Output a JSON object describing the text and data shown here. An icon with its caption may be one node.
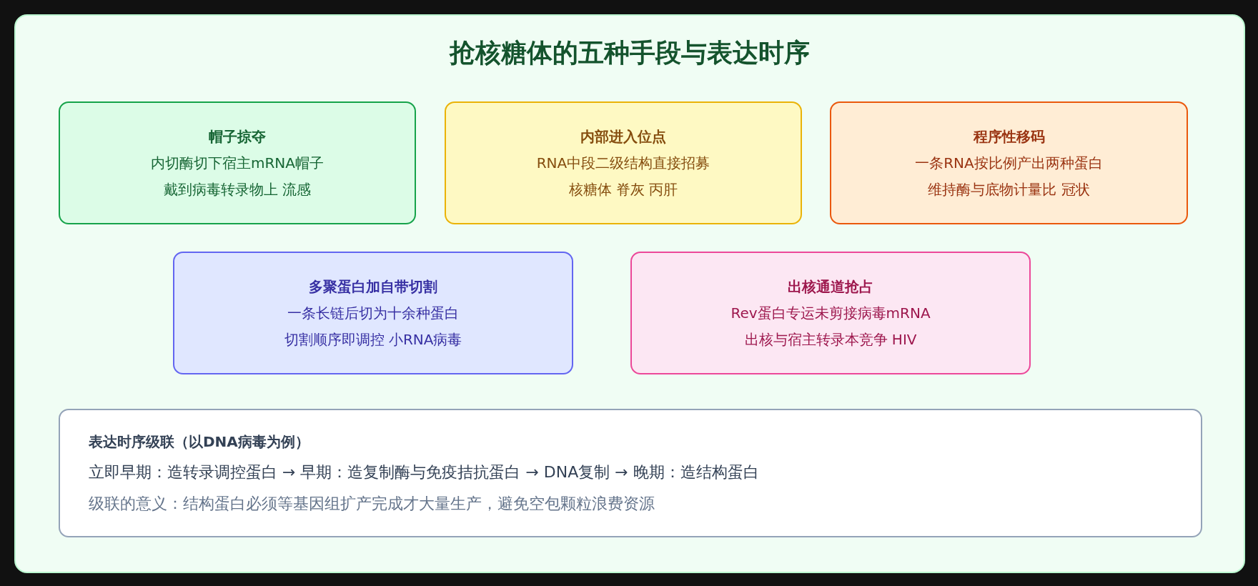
{
  "diagram": {
    "title": "抢核糖体的五种手段与表达时序",
    "nodes": [
      {
        "text": [
          "帽子掠夺",
          "内切酶切下宿主mRNA帽子",
          "戴到病毒转录物上 流感"
        ]
      },
      {
        "text": [
          "内部进入位点",
          "RNA中段二级结构直接招募",
          "核糖体 脊灰 丙肝"
        ]
      },
      {
        "text": [
          "程序性移码",
          "一条RNA按比例产出两种蛋白",
          "维持酶与底物计量比 冠状"
        ]
      },
      {
        "text": [
          "多聚蛋白加自带切割",
          "一条长链后切为十余种蛋白",
          "切割顺序即调控 小RNA病毒"
        ]
      },
      {
        "text": [
          "出核通道抢占",
          "Rev蛋白专运未剪接病毒mRNA",
          "出核与宿主转录本竞争 HIV"
        ]
      },
      {
        "text": [
          "表达时序级联（以DNA病毒为例）",
          "立即早期：造转录调控蛋白 → 早期：造复制酶与免疫拮抗蛋白 → DNA复制 → 晚期：造结构蛋白",
          "级联的意义：结构蛋白必须等基因组扩产完成才大量生产，避免空包颗粒浪费资源"
        ]
      }
    ]
  }
}
